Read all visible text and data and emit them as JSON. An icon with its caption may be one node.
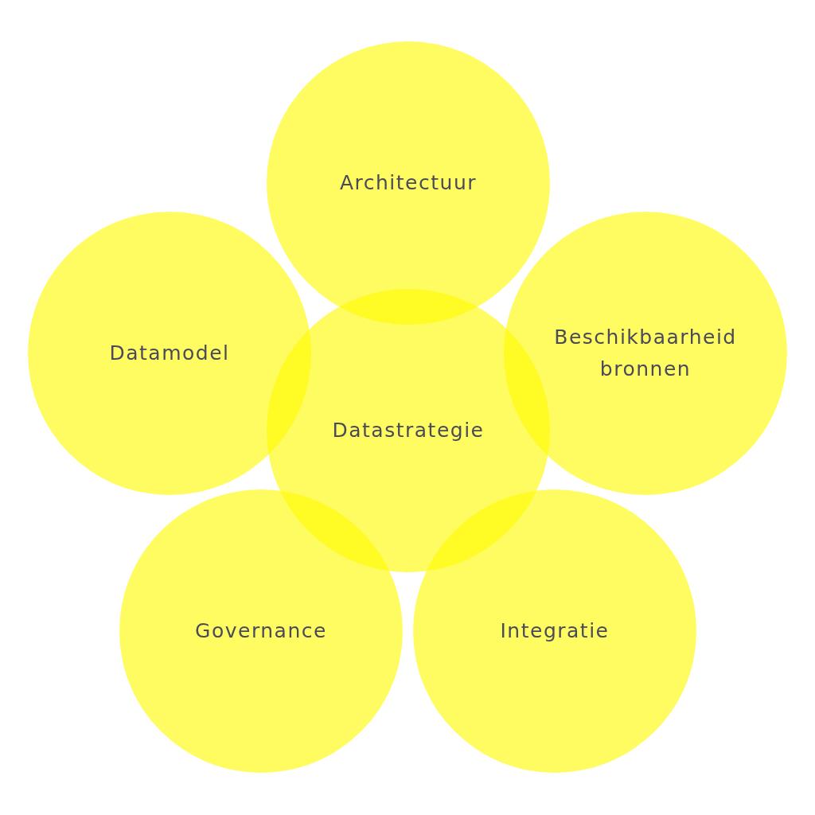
{
  "diagram": {
    "nodes": [
      {
        "text": [
          "Architectuur"
        ]
      },
      {
        "text": [
          "Datamodel"
        ]
      },
      {
        "text": [
          "Beschikbaarheid bronnen"
        ]
      },
      {
        "text": [
          "Datastrategie"
        ]
      },
      {
        "text": [
          "Governance"
        ]
      },
      {
        "text": [
          "Integratie"
        ]
      }
    ]
  }
}
